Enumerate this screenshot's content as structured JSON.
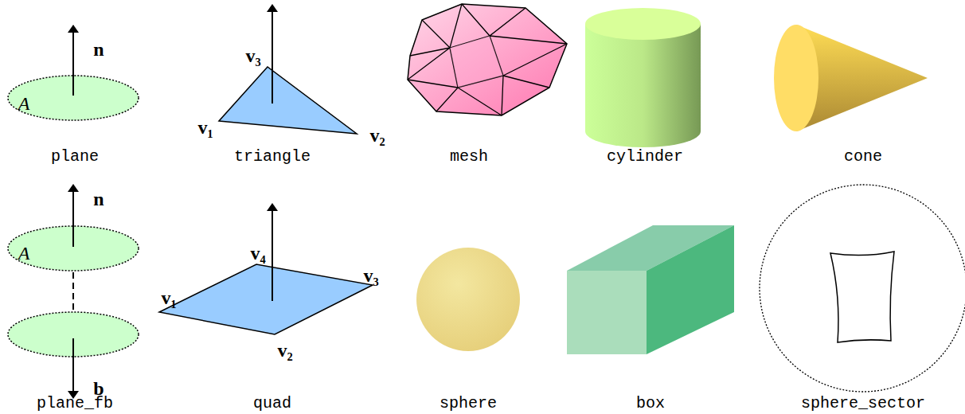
{
  "diagram": {
    "labels": [
      "n",
      "A",
      "plane",
      "v₃",
      "v₁",
      "v₂",
      "triangle",
      "mesh",
      "cylinder",
      "cone",
      "n",
      "A",
      "b",
      "plane_fb",
      "v₄",
      "v₁",
      "v₃",
      "v₂",
      "quad",
      "sphere",
      "box",
      "sphere_sector"
    ]
  }
}
